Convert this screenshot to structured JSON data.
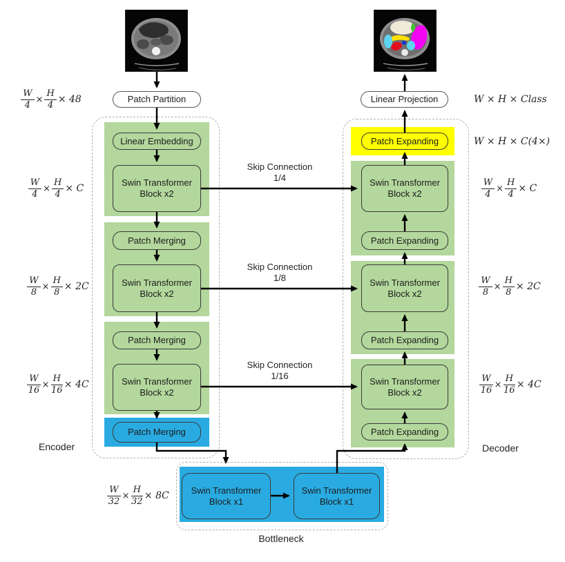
{
  "title": "Swin-Unet architecture diagram",
  "colors": {
    "stage_green": "#b3d79c",
    "bottleneck_blue": "#29abe2",
    "patch_expand_yellow": "#ffff00"
  },
  "images": {
    "input": "abdominal-ct-scan",
    "output": "segmented-ct-scan"
  },
  "io": {
    "patch_partition": "Patch Partition",
    "linear_projection": "Linear Projection"
  },
  "encoder": {
    "label": "Encoder",
    "linear_embedding": "Linear Embedding",
    "swin_block": {
      "l1": "Swin Transformer",
      "l2": "Block x2"
    },
    "patch_merging": "Patch Merging"
  },
  "decoder": {
    "label": "Decoder",
    "patch_expanding": "Patch Expanding",
    "swin_block": {
      "l1": "Swin Transformer",
      "l2": "Block x2"
    }
  },
  "bottleneck": {
    "label": "Bottleneck",
    "swin_block": {
      "l1": "Swin Transformer",
      "l2": "Block x1"
    }
  },
  "skips": [
    {
      "label": "Skip Connection",
      "ratio": "1/4"
    },
    {
      "label": "Skip Connection",
      "ratio": "1/8"
    },
    {
      "label": "Skip Connection",
      "ratio": "1/16"
    }
  ],
  "dims": {
    "times": "×",
    "left": [
      {
        "wn": "W",
        "wd": "4",
        "hn": "H",
        "hd": "4",
        "tail": "× 48"
      },
      {
        "wn": "W",
        "wd": "4",
        "hn": "H",
        "hd": "4",
        "tail": "× C"
      },
      {
        "wn": "W",
        "wd": "8",
        "hn": "H",
        "hd": "8",
        "tail": "× 2C"
      },
      {
        "wn": "W",
        "wd": "16",
        "hn": "H",
        "hd": "16",
        "tail": "× 4C"
      },
      {
        "wn": "W",
        "wd": "32",
        "hn": "H",
        "hd": "32",
        "tail": "× 8C"
      }
    ],
    "right_top": "W × H × Class",
    "right_top2": "W × H × C(4×)",
    "right": [
      {
        "wn": "W",
        "wd": "4",
        "hn": "H",
        "hd": "4",
        "tail": "× C"
      },
      {
        "wn": "W",
        "wd": "8",
        "hn": "H",
        "hd": "8",
        "tail": "× 2C"
      },
      {
        "wn": "W",
        "wd": "16",
        "hn": "H",
        "hd": "16",
        "tail": "× 4C"
      }
    ]
  }
}
